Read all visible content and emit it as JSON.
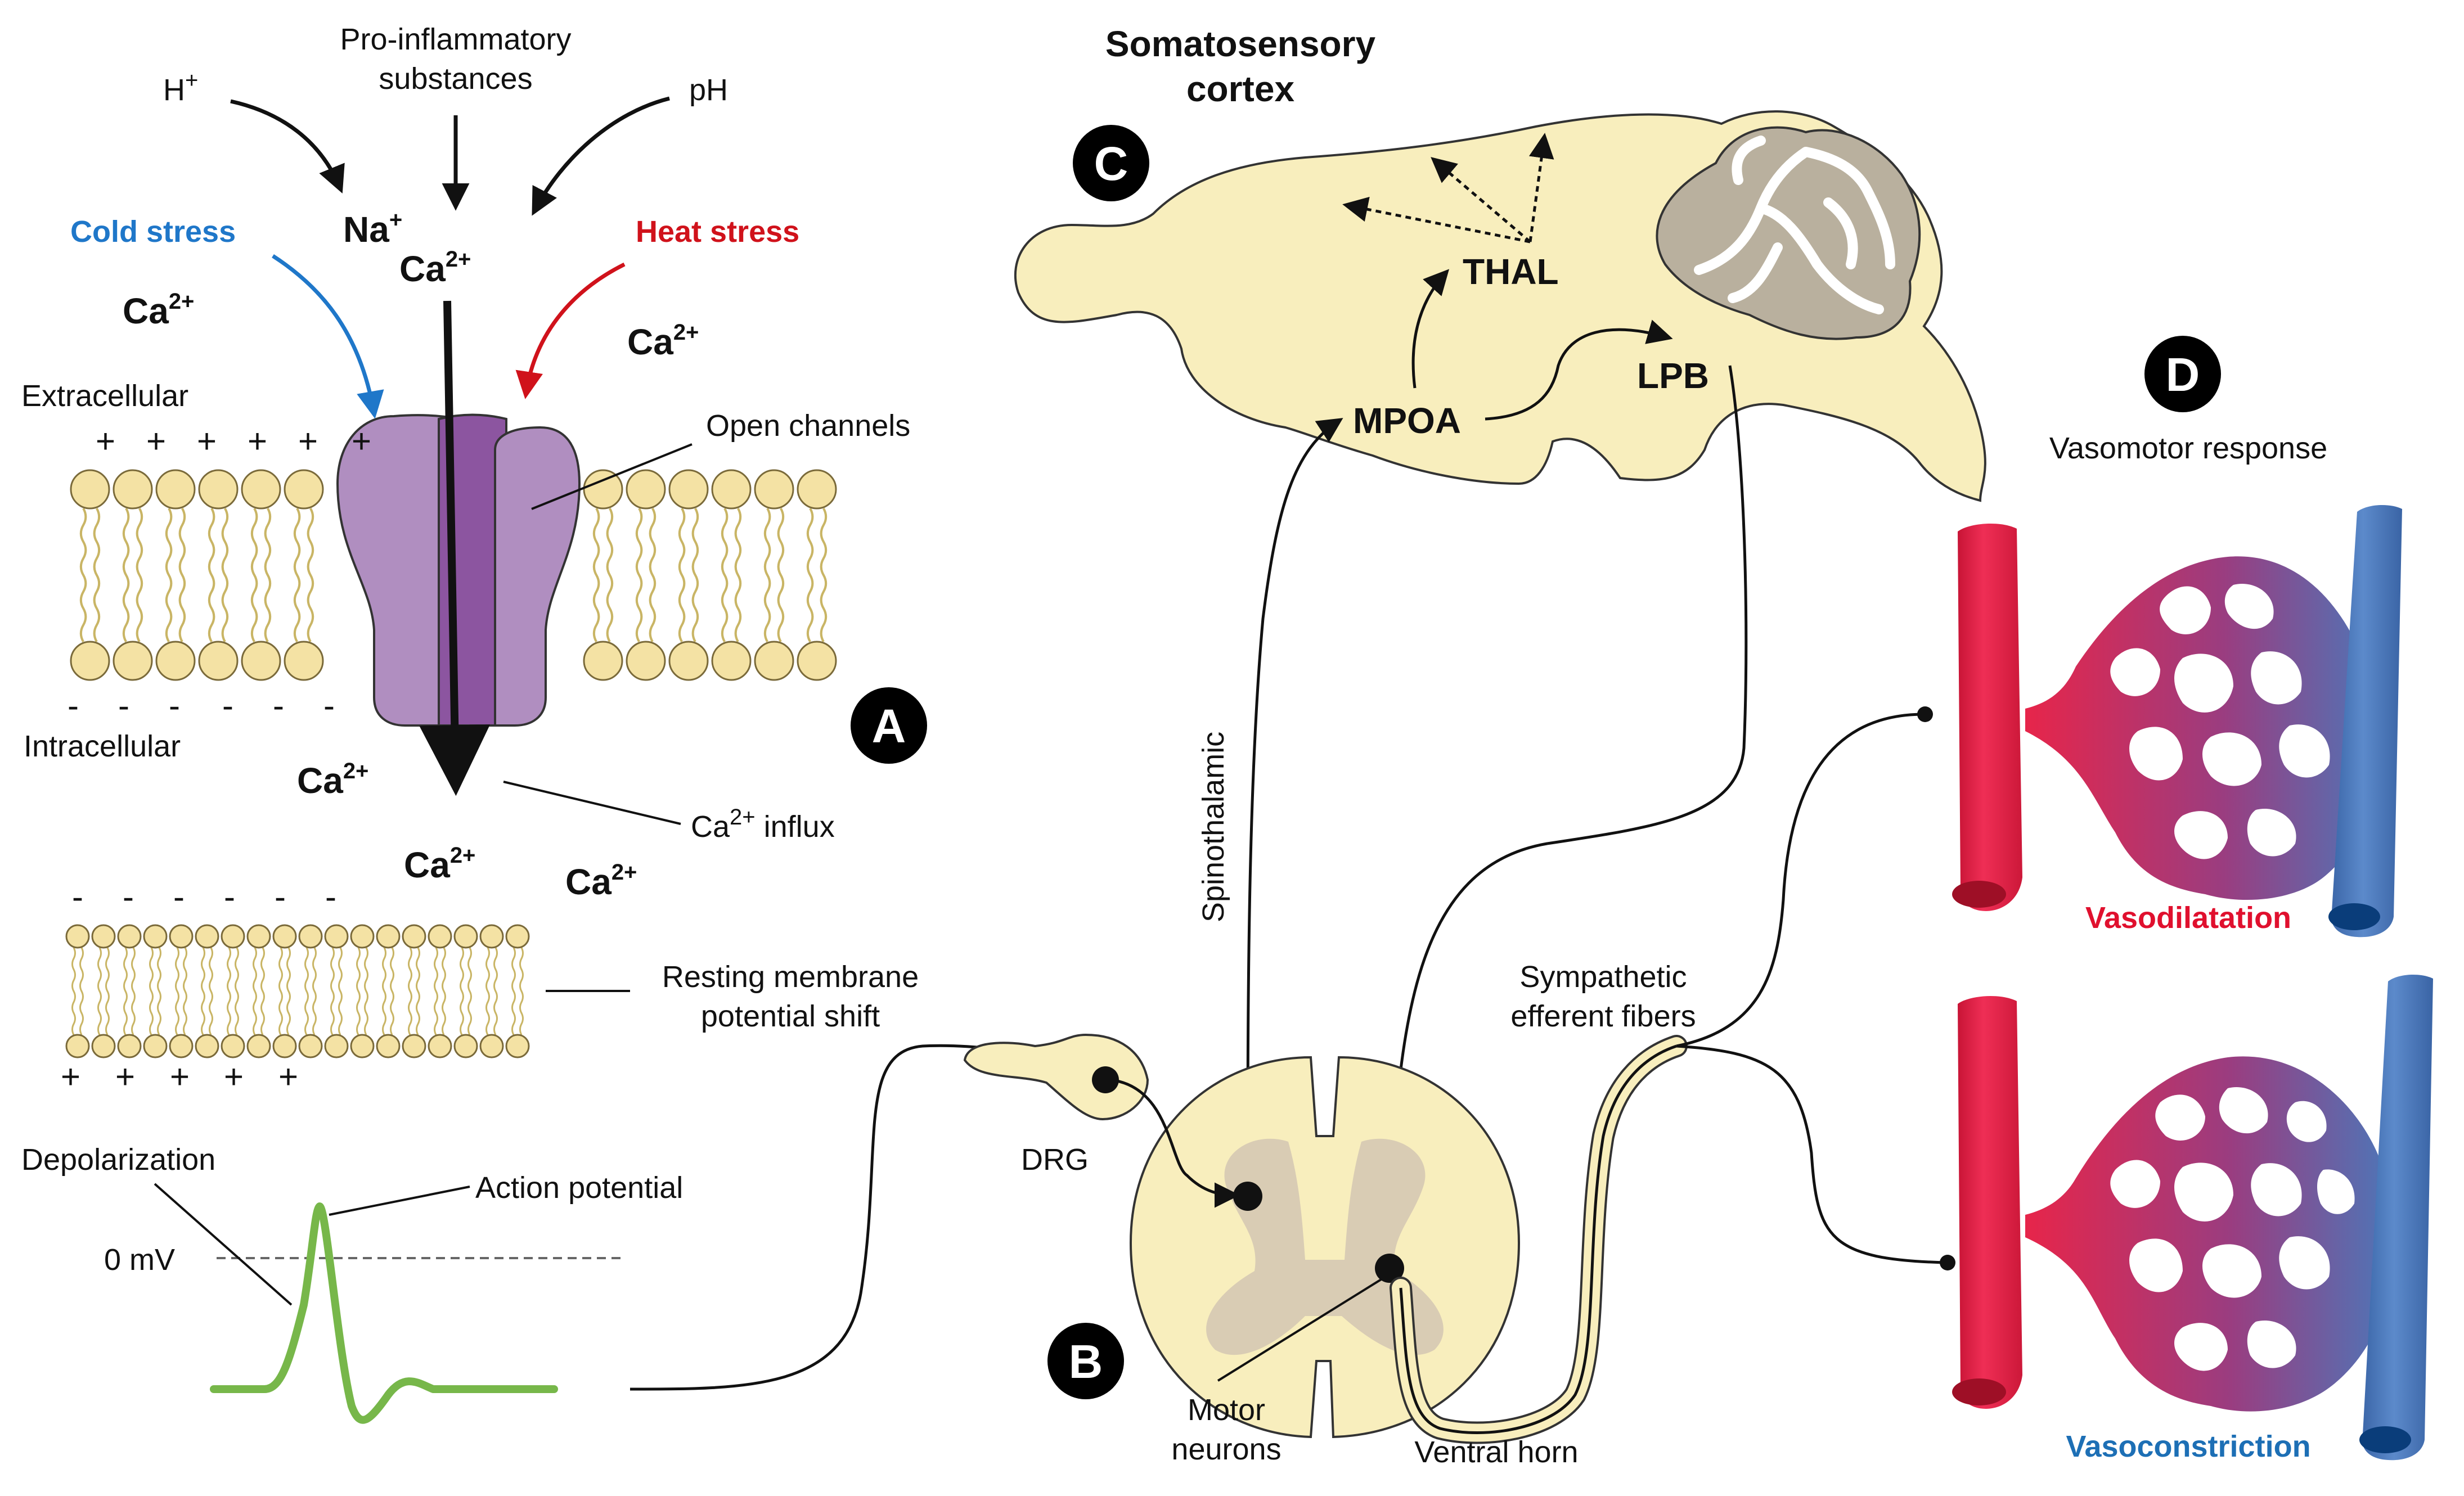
{
  "colors": {
    "cold": "#1f77c9",
    "heat": "#d0121b",
    "lipid_head": "#f4e2a4",
    "lipid_tail": "#c9b565",
    "channel_light": "#b08ec0",
    "channel_dark": "#8c55a0",
    "tissue": "#f8eebd",
    "grey_matter": "#d9ccb4",
    "cerebellum": "#b9b09e",
    "artery": "#e7254a",
    "vein": "#4a78ba",
    "action_potential": "#77b74a",
    "vasodilatation": "#e0102e",
    "vasoconstriction": "#1d6fb5"
  },
  "panels": {
    "A": "A",
    "B": "B",
    "C": "C",
    "D": "D"
  },
  "panel_a": {
    "h": {
      "base": "H",
      "sup": "+"
    },
    "pro_inflammatory_line1": "Pro-inflammatory",
    "pro_inflammatory_line2": "substances",
    "ph": "pH",
    "cold_stress": "Cold stress",
    "heat_stress": "Heat stress",
    "na": {
      "base": "Na",
      "sup": "+"
    },
    "ca_top": {
      "base": "Ca",
      "sup": "2+"
    },
    "ca_left": {
      "base": "Ca",
      "sup": "2+"
    },
    "ca_right": {
      "base": "Ca",
      "sup": "2+"
    },
    "extracellular": "Extracellular",
    "intracellular": "Intracellular",
    "open_channels": "Open channels",
    "ca_inside": {
      "base": "Ca",
      "sup": "2+"
    },
    "ca_influx": {
      "base": "Ca",
      "sup": "2+",
      "rest": " influx"
    },
    "ca_lower_1": {
      "base": "Ca",
      "sup": "2+"
    },
    "ca_lower_2": {
      "base": "Ca",
      "sup": "2+"
    },
    "resting_line1": "Resting membrane",
    "resting_line2": "potential shift",
    "depolarization": "Depolarization",
    "action_potential": "Action potential",
    "zero_mv": "0 mV"
  },
  "panel_b": {
    "drg": "DRG",
    "motor_line1": "Motor",
    "motor_line2": "neurons",
    "ventral_horn": "Ventral horn",
    "spinothalamic": "Spinothalamic",
    "sympathetic_line1": "Sympathetic",
    "sympathetic_line2": "efferent fibers"
  },
  "panel_c": {
    "somatosensory_line1": "Somatosensory",
    "somatosensory_line2": "cortex",
    "thal": "THAL",
    "mpoa": "MPOA",
    "lpb": "LPB"
  },
  "panel_d": {
    "vasomotor_response": "Vasomotor response",
    "vasodilatation": "Vasodilatation",
    "vasoconstriction": "Vasoconstriction"
  }
}
